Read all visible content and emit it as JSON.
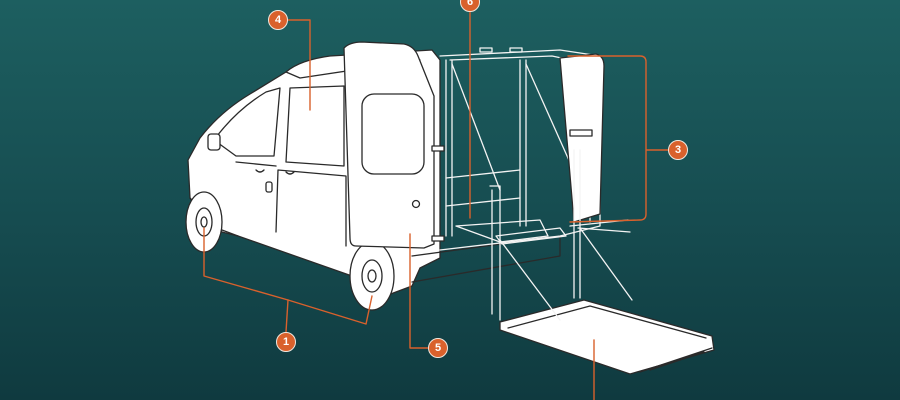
{
  "colors": {
    "background_top": "#1d5f60",
    "background_bottom": "#0f3a3f",
    "line": "#f3f3f3",
    "van_fill": "#ffffff",
    "leader": "#d9612c",
    "badge": "#d9612c"
  },
  "callouts": [
    {
      "id": "1",
      "label": "1"
    },
    {
      "id": "3",
      "label": "3"
    },
    {
      "id": "4",
      "label": "4"
    },
    {
      "id": "5",
      "label": "5"
    },
    {
      "id": "6",
      "label": "6"
    }
  ]
}
